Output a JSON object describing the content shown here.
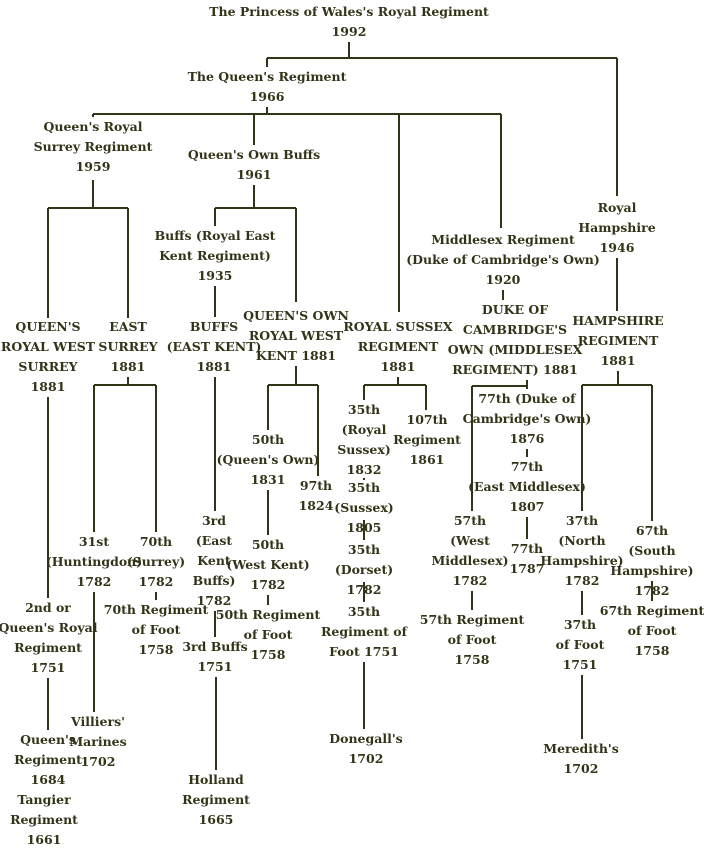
{
  "nodes": [
    {
      "id": "pwrr",
      "lines": [
        "The Princess of Wales's Royal Regiment",
        "1992"
      ]
    },
    {
      "id": "qr",
      "lines": [
        "The Queen's Regiment",
        "1966"
      ]
    },
    {
      "id": "qrsr",
      "lines": [
        "Queen's Royal",
        "Surrey Regiment",
        "1959"
      ]
    },
    {
      "id": "qob",
      "lines": [
        "Queen's Own Buffs",
        "1961"
      ]
    },
    {
      "id": "hants46",
      "lines": [
        "Royal",
        "Hampshire",
        "1946"
      ]
    },
    {
      "id": "midd20",
      "lines": [
        "Middlesex Regiment",
        "(Duke of Cambridge's Own)",
        "1920"
      ]
    },
    {
      "id": "buffs35",
      "lines": [
        "Buffs (Royal East",
        "Kent Regiment)",
        "1935"
      ]
    },
    {
      "id": "qrws",
      "lines": [
        "QUEEN'S",
        "ROYAL WEST",
        "SURREY",
        "1881"
      ]
    },
    {
      "id": "esurrey",
      "lines": [
        "EAST",
        "SURREY",
        "1881"
      ]
    },
    {
      "id": "buffs81",
      "lines": [
        "BUFFS",
        "(EAST KENT)",
        "1881"
      ]
    },
    {
      "id": "qorwk",
      "lines": [
        "QUEEN'S OWN",
        "ROYAL WEST",
        "KENT 1881"
      ]
    },
    {
      "id": "rsussex",
      "lines": [
        "ROYAL SUSSEX",
        "REGIMENT",
        "1881"
      ]
    },
    {
      "id": "dcom",
      "lines": [
        "DUKE OF",
        "CAMBRIDGE'S",
        "OWN (MIDDLESEX",
        "REGIMENT) 1881"
      ]
    },
    {
      "id": "hantsreg",
      "lines": [
        "HAMPSHIRE",
        "REGIMENT",
        "1881"
      ]
    },
    {
      "id": "s35rs",
      "lines": [
        "35th",
        "(Royal",
        "Sussex)",
        "1832"
      ]
    },
    {
      "id": "s107",
      "lines": [
        "107th",
        "Regiment",
        "1861"
      ]
    },
    {
      "id": "s35s",
      "lines": [
        "35th",
        "(Sussex)",
        "1805"
      ]
    },
    {
      "id": "s35d",
      "lines": [
        "35th",
        "(Dorset)",
        "1782"
      ]
    },
    {
      "id": "s35f",
      "lines": [
        "35th",
        "Regiment of",
        "Foot 1751"
      ]
    },
    {
      "id": "donegall",
      "lines": [
        "Donegall's",
        "1702"
      ]
    },
    {
      "id": "k50qo",
      "lines": [
        "50th",
        "(Queen's Own)",
        "1831"
      ]
    },
    {
      "id": "k97",
      "lines": [
        "97th",
        "1824"
      ]
    },
    {
      "id": "k50wk",
      "lines": [
        "50th",
        "(West Kent)",
        "1782"
      ]
    },
    {
      "id": "k50f",
      "lines": [
        "50th Regiment",
        "of Foot",
        "1758"
      ]
    },
    {
      "id": "b3ek",
      "lines": [
        "3rd",
        "(East",
        "Kent",
        "Buffs)",
        "1782"
      ]
    },
    {
      "id": "b3b",
      "lines": [
        "3rd Buffs",
        "1751"
      ]
    },
    {
      "id": "holland",
      "lines": [
        "Holland",
        "Regiment",
        "1665"
      ]
    },
    {
      "id": "e31",
      "lines": [
        "31st",
        "(Huntingdon)",
        "1782"
      ]
    },
    {
      "id": "e70s",
      "lines": [
        "70th",
        "(Surrey)",
        "1782"
      ]
    },
    {
      "id": "e70f",
      "lines": [
        "70th Regiment",
        "of Foot",
        "1758"
      ]
    },
    {
      "id": "villiers",
      "lines": [
        "Villiers'",
        "Marines",
        "1702"
      ]
    },
    {
      "id": "w2nd",
      "lines": [
        "2nd or",
        "Queen's Royal",
        "Regiment",
        "1751"
      ]
    },
    {
      "id": "wqueens",
      "lines": [
        "Queen's",
        "Regiment",
        "1684"
      ]
    },
    {
      "id": "tangier",
      "lines": [
        "Tangier",
        "Regiment",
        "1661"
      ]
    },
    {
      "id": "m77dco",
      "lines": [
        "77th (Duke of",
        "Cambridge's Own)",
        "1876"
      ]
    },
    {
      "id": "m77em",
      "lines": [
        "77th",
        "(East Middlesex)",
        "1807"
      ]
    },
    {
      "id": "m77",
      "lines": [
        "77th",
        "1787"
      ]
    },
    {
      "id": "m57wm",
      "lines": [
        "57th",
        "(West",
        "Middlesex)",
        "1782"
      ]
    },
    {
      "id": "m57f",
      "lines": [
        "57th Regiment",
        "of Foot",
        "1758"
      ]
    },
    {
      "id": "h37nh",
      "lines": [
        "37th",
        "(North",
        "Hampshire)",
        "1782"
      ]
    },
    {
      "id": "h67sh",
      "lines": [
        "67th",
        "(South",
        "Hampshire)",
        "1782"
      ]
    },
    {
      "id": "h37f",
      "lines": [
        "37th",
        "of Foot",
        "1751"
      ]
    },
    {
      "id": "h67f",
      "lines": [
        "67th Regiment",
        "of Foot",
        "1758"
      ]
    },
    {
      "id": "meredith",
      "lines": [
        "Meredith's",
        "1702"
      ]
    }
  ]
}
